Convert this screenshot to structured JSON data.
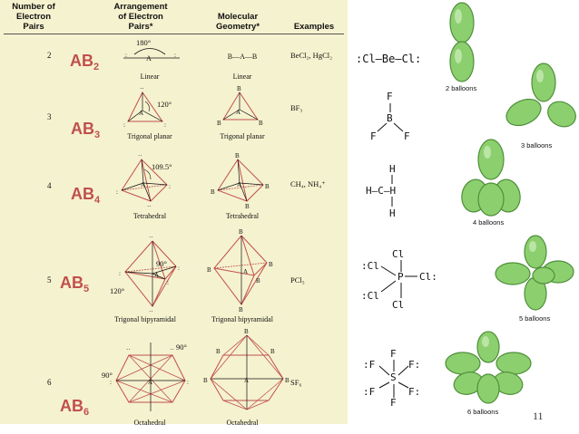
{
  "headers": {
    "col1": [
      "Number of",
      "Electron",
      "Pairs"
    ],
    "col2": [
      "Arrangement",
      "of Electron",
      "Pairs*"
    ],
    "col3": [
      "Molecular",
      "Geometry*"
    ],
    "col4": "Examples"
  },
  "rows": [
    {
      "pairs": "2",
      "ab": "AB",
      "sub": "2",
      "arr_caption": "Linear",
      "geo_caption": "Linear",
      "examples": "BeCl₂, HgCl₂",
      "angle": "180°"
    },
    {
      "pairs": "3",
      "ab": "AB",
      "sub": "3",
      "arr_caption": "Trigonal planar",
      "geo_caption": "Trigonal planar",
      "examples": "BF₃",
      "angle": "120°"
    },
    {
      "pairs": "4",
      "ab": "AB",
      "sub": "4",
      "arr_caption": "Tetrahedral",
      "geo_caption": "Tetrahedral",
      "examples": "CH₄, NH₄⁺",
      "angle": "109.5°"
    },
    {
      "pairs": "5",
      "ab": "AB",
      "sub": "5",
      "arr_caption": "Trigonal bipyramidal",
      "geo_caption": "Trigonal bipyramidal",
      "examples": "PCl₅",
      "angle": "90°",
      "angle2": "120°"
    },
    {
      "pairs": "6",
      "ab": "AB",
      "sub": "6",
      "arr_caption": "Octahedral",
      "geo_caption": "Octahedral",
      "examples": "SF₆",
      "angle": "90°",
      "angle2": "90°"
    }
  ],
  "linear_geo_text": "B—A—B",
  "atom_labels": {
    "a": "A",
    "b": "B"
  },
  "lewis": {
    "becl2": ":Cl—Be—Cl:",
    "bf3_top": "F",
    "bf3_center": "B",
    "bf3_left": "F",
    "bf3_right": "F",
    "ch4_top": "H",
    "ch4_mid": "H—C—H",
    "ch4_bottom": "H",
    "pcl5_top": "Cl",
    "pcl5_left": ":Cl",
    "pcl5_center": "P",
    "pcl5_right": "Cl:",
    "pcl5_bl": ":Cl",
    "pcl5_bottom": "Cl",
    "sf6_top": "F",
    "sf6_left": ":F",
    "sf6_center": "S",
    "sf6_right": "F:",
    "sf6_bl": ":F",
    "sf6_br": "F:",
    "sf6_bottom": "F"
  },
  "balloons": [
    "2 balloons",
    "3 balloons",
    "4 balloons",
    "5 balloons",
    "6 balloons"
  ],
  "page_number": "11",
  "colors": {
    "bg": "#f5f2cf",
    "red": "#c0504d",
    "balloon_fill": "#8ccf6e",
    "balloon_dark": "#4f8f3a"
  }
}
